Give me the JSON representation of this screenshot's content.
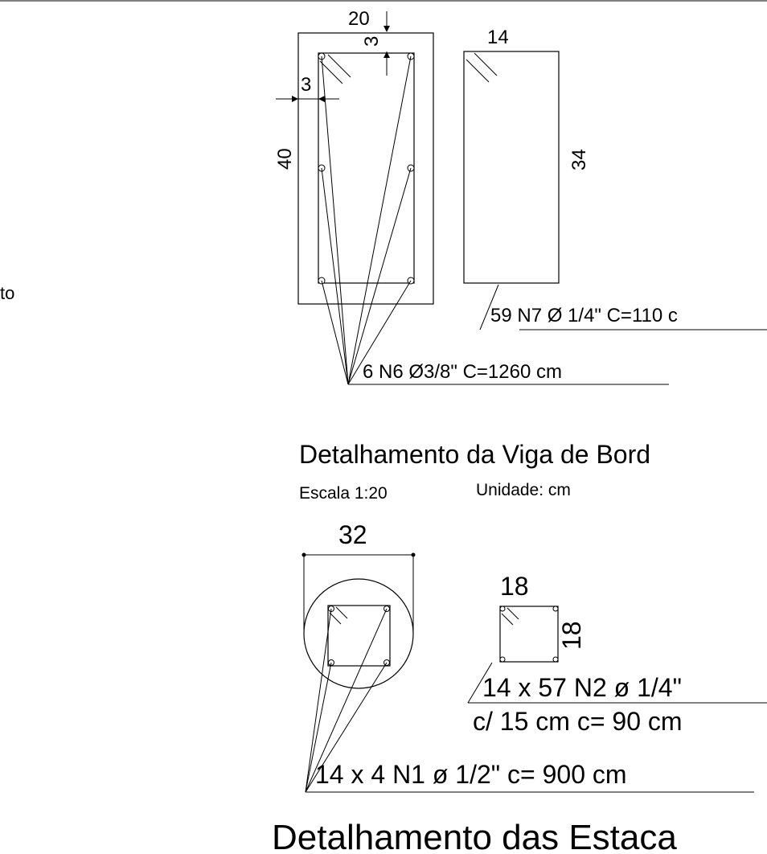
{
  "left_fragment": "to",
  "beam": {
    "dim_top_width": "20",
    "dim_top_cover": "3",
    "dim_side_cover": "3",
    "dim_height": "40",
    "stirrup_width": "14",
    "stirrup_height": "34",
    "stirrup_label": "59 N7 Ø 1/4\" C=110 c",
    "longitudinal_label": "6 N6 Ø3/8\" C=1260 cm",
    "title": "Detalhamento da Viga de Bord",
    "scale": "Escala 1:20",
    "unit": "Unidade: cm"
  },
  "pile": {
    "dim_diameter": "32",
    "stirrup_width": "18",
    "stirrup_height": "18",
    "stirrup_label_1": "14 x 57 N2 ø 1/4\"",
    "stirrup_label_2": "c/ 15 cm c= 90 cm",
    "longitudinal_label": "14 x 4 N1 ø 1/2\" c= 900 cm",
    "title": "Detalhamento das Estaca"
  }
}
